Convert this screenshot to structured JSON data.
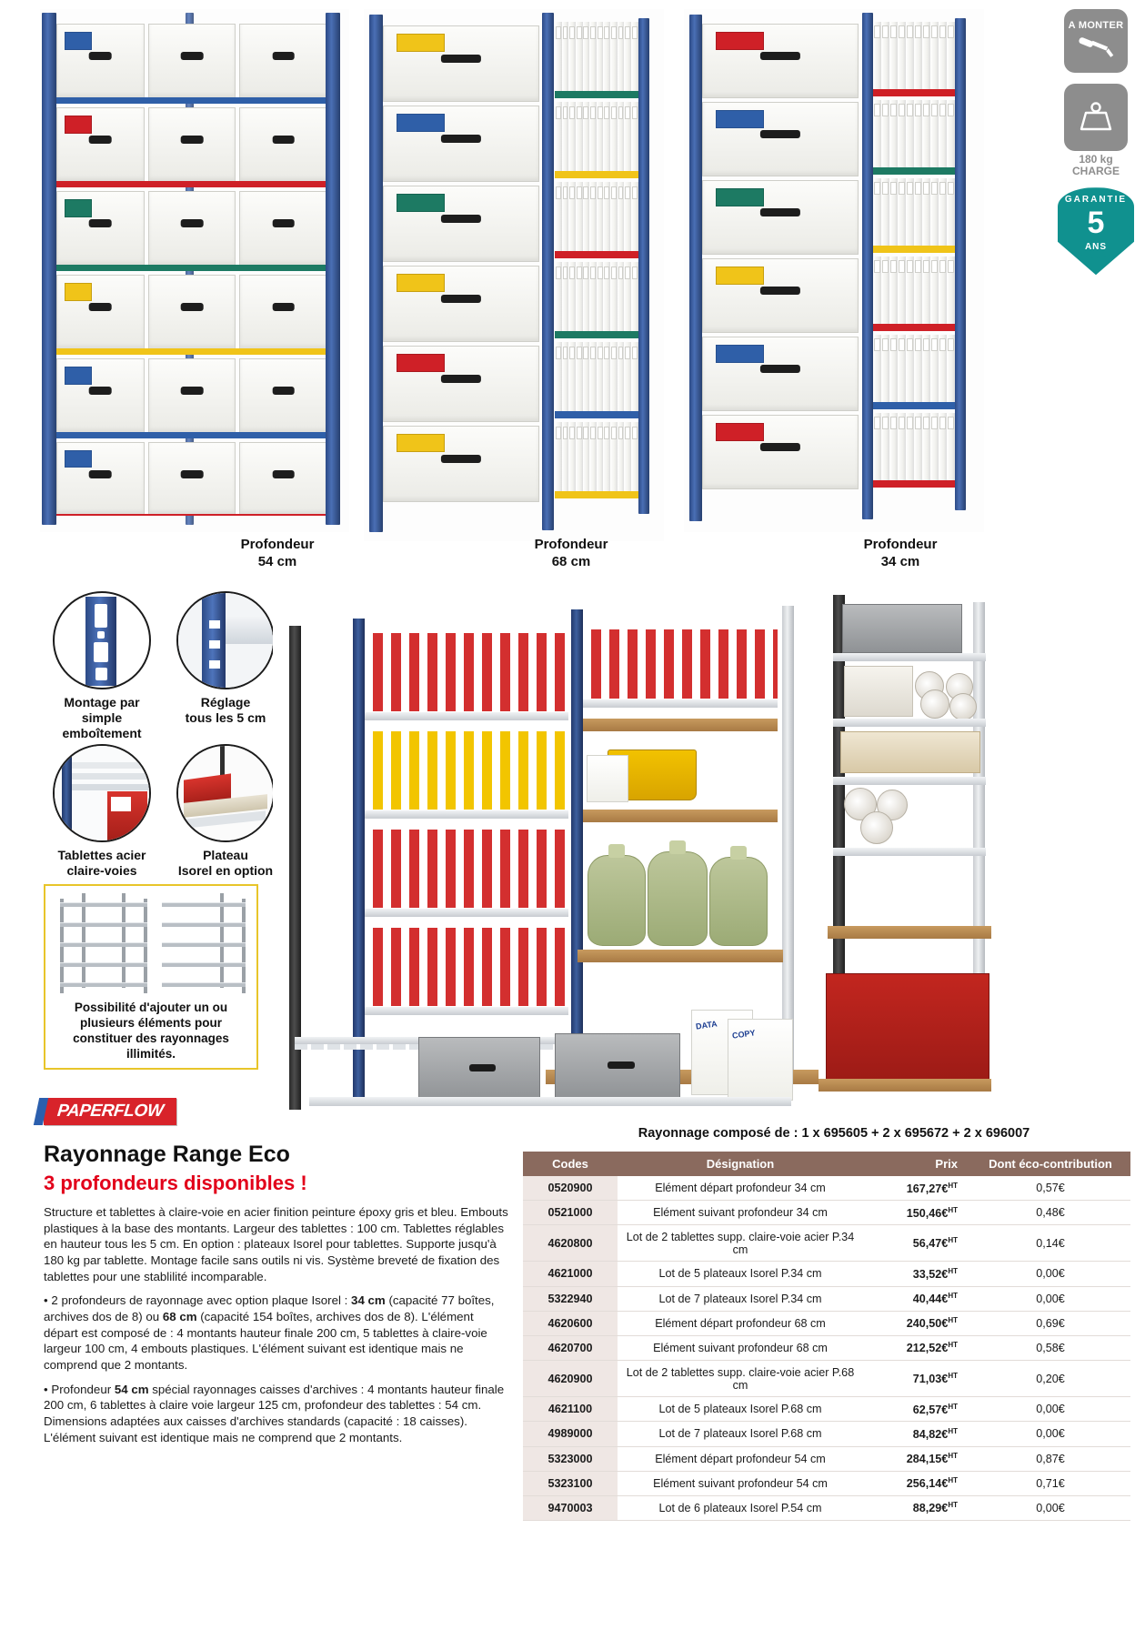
{
  "badges": {
    "assembly": {
      "label": "A MONTER",
      "icon": "screwdriver-icon"
    },
    "load": {
      "value": "180 kg",
      "caption": "CHARGE",
      "icon": "weight-icon"
    },
    "guarantee": {
      "word": "GARANTIE",
      "years": "5",
      "unit": "ANS"
    }
  },
  "depth_captions": [
    {
      "line1": "Profondeur",
      "line2": "54 cm"
    },
    {
      "line1": "Profondeur",
      "line2": "68 cm"
    },
    {
      "line1": "Profondeur",
      "line2": "34 cm"
    }
  ],
  "features": [
    {
      "label": "Montage par simple\nemboîtement",
      "icon": "upright-notch-icon"
    },
    {
      "label": "Réglage\ntous les 5 cm",
      "icon": "adjustment-icon"
    },
    {
      "label": "Tablettes acier\nclaire-voies",
      "icon": "steel-shelf-icon"
    },
    {
      "label": "Plateau\nIsorel en option",
      "icon": "isorel-board-icon"
    }
  ],
  "yellow_box": {
    "text": "Possibilité d'ajouter un ou plusieurs éléments pour constituer des rayonnages illimités."
  },
  "brand": {
    "name": "PAPERFLOW"
  },
  "product": {
    "title": "Rayonnage Range Eco",
    "subtitle": "3 profondeurs disponibles !",
    "paragraphs": [
      "Structure et tablettes à claire-voie en acier finition peinture époxy gris et bleu. Embouts plastiques à la base des montants. Largeur des tablettes : 100 cm. Tablettes réglables en hauteur tous les 5 cm. En option : plateaux Isorel pour tablettes. Supporte jusqu'à 180 kg par tablette. Montage facile sans outils ni vis. Système breveté de fixation des tablettes pour une stablilité incomparable."
    ],
    "bullets": [
      "• 2 profondeurs de rayonnage avec option plaque Isorel : <b>34 cm</b> (capacité 77 boîtes, archives dos de 8) ou <b>68 cm</b> (capacité 154 boîtes, archives dos de 8). L'élément départ est composé de : 4 montants hauteur finale 200 cm, 5 tablettes à claire-voie largeur 100 cm, 4 embouts plastiques. L'élément suivant est identique mais ne comprend que 2 montants.",
      "• Profondeur <b>54 cm</b> spécial rayonnages caisses d'archives : 4 montants hauteur finale 200 cm, 6 tablettes à claire voie largeur 125 cm, profondeur des tablettes : 54 cm. Dimensions adaptées aux caisses d'archives standards (capacité : 18 caisses). L'élément suivant est identique mais ne comprend que 2 montants."
    ]
  },
  "composition": "Rayonnage composé de : 1 x 695605 + 2 x 695672 + 2 x 696007",
  "table": {
    "headers": [
      "Codes",
      "Désignation",
      "Prix",
      "Dont éco-contribution"
    ],
    "rows": [
      {
        "code": "0520900",
        "designation": "Elément départ profondeur 34 cm",
        "price": "167,27€",
        "ht": "HT",
        "eco": "0,57€"
      },
      {
        "code": "0521000",
        "designation": "Elément suivant profondeur 34 cm",
        "price": "150,46€",
        "ht": "HT",
        "eco": "0,48€"
      },
      {
        "code": "4620800",
        "designation": "Lot de 2 tablettes supp. claire-voie acier P.34 cm",
        "price": "56,47€",
        "ht": "HT",
        "eco": "0,14€"
      },
      {
        "code": "4621000",
        "designation": "Lot de 5 plateaux Isorel P.34 cm",
        "price": "33,52€",
        "ht": "HT",
        "eco": "0,00€"
      },
      {
        "code": "5322940",
        "designation": "Lot de 7 plateaux Isorel P.34 cm",
        "price": "40,44€",
        "ht": "HT",
        "eco": "0,00€"
      },
      {
        "code": "4620600",
        "designation": "Elément départ profondeur 68 cm",
        "price": "240,50€",
        "ht": "HT",
        "eco": "0,69€"
      },
      {
        "code": "4620700",
        "designation": "Elément suivant profondeur 68 cm",
        "price": "212,52€",
        "ht": "HT",
        "eco": "0,58€"
      },
      {
        "code": "4620900",
        "designation": "Lot de 2 tablettes supp. claire-voie acier P.68 cm",
        "price": "71,03€",
        "ht": "HT",
        "eco": "0,20€"
      },
      {
        "code": "4621100",
        "designation": "Lot de 5 plateaux Isorel P.68 cm",
        "price": "62,57€",
        "ht": "HT",
        "eco": "0,00€"
      },
      {
        "code": "4989000",
        "designation": "Lot de 7 plateaux Isorel P.68 cm",
        "price": "84,82€",
        "ht": "HT",
        "eco": "0,00€"
      },
      {
        "code": "5323000",
        "designation": "Elément départ profondeur 54 cm",
        "price": "284,15€",
        "ht": "HT",
        "eco": "0,87€"
      },
      {
        "code": "5323100",
        "designation": "Elément suivant profondeur 54 cm",
        "price": "256,14€",
        "ht": "HT",
        "eco": "0,71€"
      },
      {
        "code": "9470003",
        "designation": "Lot de 6 plateaux Isorel P.54 cm",
        "price": "88,29€",
        "ht": "HT",
        "eco": "0,00€"
      }
    ]
  },
  "colors": {
    "accent_red": "#e2001a",
    "brand_red": "#d8232a",
    "table_header": "#8a6a5e",
    "code_cell": "#efe7e4",
    "teal": "#10918f",
    "badge_grey": "#8d8d8d",
    "yellow_border": "#e8c52a",
    "post_blue": "#2c4a86"
  }
}
